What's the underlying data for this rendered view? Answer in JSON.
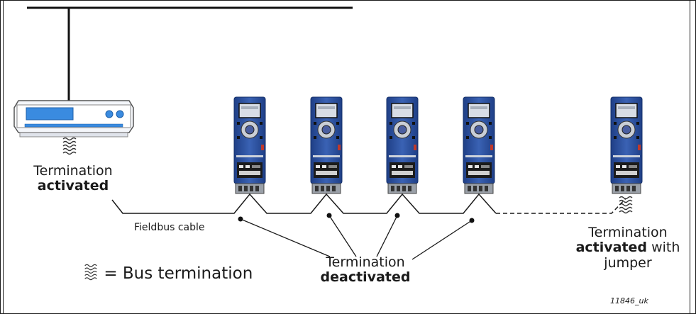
{
  "master": {
    "term_line1": "Termination",
    "term_line2": "activated"
  },
  "cable": {
    "label": "Fieldbus cable"
  },
  "drives_deactivated": {
    "line1": "Termination",
    "line2": "deactivated"
  },
  "last_drive": {
    "line1": "Termination",
    "line2_bold": "activated",
    "line2_rest": " with",
    "line3": "jumper"
  },
  "legend": {
    "symbol_name": "bus-termination-icon",
    "text": "= Bus termination"
  },
  "figure_code": "11846_uk",
  "colors": {
    "drive_body": "#2b4f9c",
    "drive_body_light": "#4a70c0",
    "line": "#1a1a1a",
    "device_blue": "#2f7fd0"
  }
}
